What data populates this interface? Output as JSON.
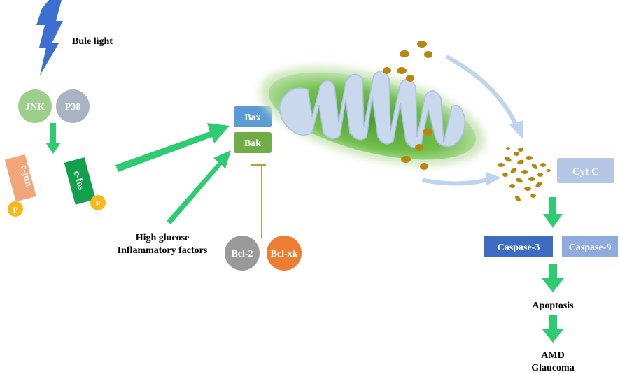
{
  "stimulus": {
    "label": "Bule light"
  },
  "kinases": {
    "jnk": "JNK",
    "p38": "P38"
  },
  "transcription_factors": {
    "cjun": "c-jun",
    "cfos": "c-fos",
    "phospho": "P"
  },
  "stress": {
    "line1": "High glucose",
    "line2": "Inflammatory factors"
  },
  "bcl_family": {
    "bax": "Bax",
    "bak": "Bak",
    "bcl2": "Bcl-2",
    "bclxk": "Bcl-xk"
  },
  "release": {
    "cytc": "Cyt C"
  },
  "caspases": {
    "casp3": "Caspase-3",
    "casp9": "Caspase-9"
  },
  "outcome": {
    "apoptosis": "Apoptosis",
    "disease1": "AMD",
    "disease2": "Glaucoma"
  },
  "colors": {
    "arrow_green": "#2ecc71",
    "lightning": "#3b6fd1",
    "jnk": "#9ccf8a",
    "p38": "#a8b3c5",
    "cjun": "#f2a67a",
    "cfos": "#12a04c",
    "phospho": "#f7b81b",
    "bax": "#5b9bd5",
    "bak": "#70ad47",
    "bcl2": "#9a9a9a",
    "bclxk": "#ed7d31",
    "inhibit": "#c59a3a",
    "cytc": "#b4c7e7",
    "casp3": "#3b6cc2",
    "casp9": "#8faadc",
    "granule": "#b8860b",
    "mito": "#6fbf4a",
    "cristae": "#c9d8ec",
    "blue_arrow": "#bcd4ee"
  }
}
